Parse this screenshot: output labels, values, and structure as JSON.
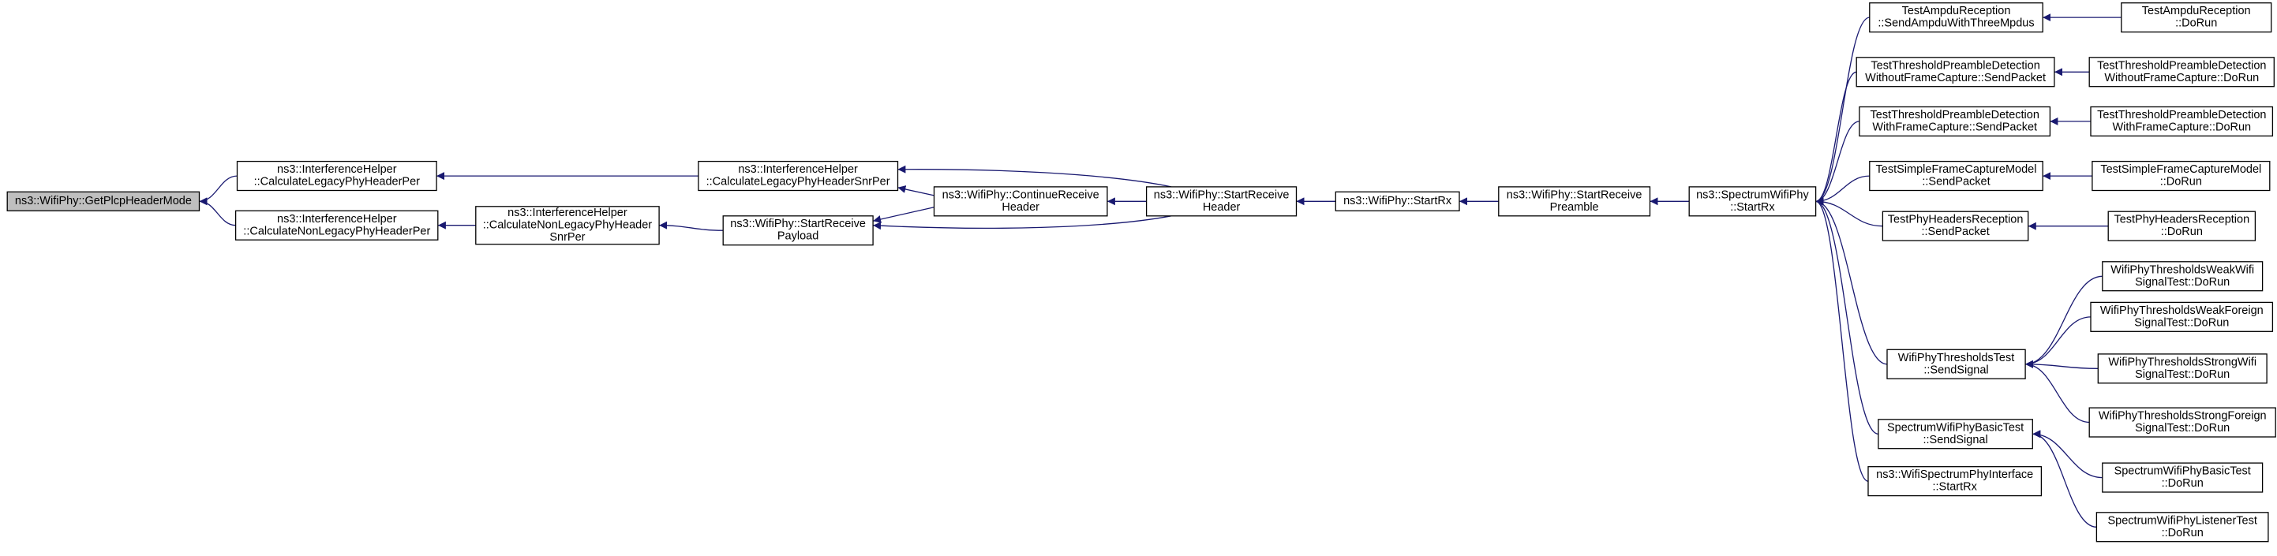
{
  "nodes": [
    {
      "id": "getplcp",
      "lines": [
        "ns3::WifiPhy::GetPlcpHeaderMode"
      ],
      "root": true
    },
    {
      "id": "calclegacyper",
      "lines": [
        "ns3::InterferenceHelper",
        "::CalculateLegacyPhyHeaderPer"
      ]
    },
    {
      "id": "calcnonlegacyper",
      "lines": [
        "ns3::InterferenceHelper",
        "::CalculateNonLegacyPhyHeaderPer"
      ]
    },
    {
      "id": "calclegacysnrper",
      "lines": [
        "ns3::InterferenceHelper",
        "::CalculateLegacyPhyHeaderSnrPer"
      ]
    },
    {
      "id": "calcnonlegacysnrper",
      "lines": [
        "ns3::InterferenceHelper",
        "::CalculateNonLegacyPhyHeader",
        "SnrPer"
      ]
    },
    {
      "id": "startrecvpayload",
      "lines": [
        "ns3::WifiPhy::StartReceive",
        "Payload"
      ]
    },
    {
      "id": "continuerecvheader",
      "lines": [
        "ns3::WifiPhy::ContinueReceive",
        "Header"
      ]
    },
    {
      "id": "startrecvheader",
      "lines": [
        "ns3::WifiPhy::StartReceive",
        "Header"
      ]
    },
    {
      "id": "startrx",
      "lines": [
        "ns3::WifiPhy::StartRx"
      ]
    },
    {
      "id": "startrecvpreamble",
      "lines": [
        "ns3::WifiPhy::StartReceive",
        "Preamble"
      ]
    },
    {
      "id": "spectrumstartrx",
      "lines": [
        "ns3::SpectrumWifiPhy",
        "::StartRx"
      ]
    },
    {
      "id": "ampdusend",
      "lines": [
        "TestAmpduReception",
        "::SendAmpduWithThreeMpdus"
      ]
    },
    {
      "id": "threshwithoutsend",
      "lines": [
        "TestThresholdPreambleDetection",
        "WithoutFrameCapture::SendPacket"
      ]
    },
    {
      "id": "threshwithsend",
      "lines": [
        "TestThresholdPreambleDetection",
        "WithFrameCapture::SendPacket"
      ]
    },
    {
      "id": "simplecapsend",
      "lines": [
        "TestSimpleFrameCaptureModel",
        "::SendPacket"
      ]
    },
    {
      "id": "headerssend",
      "lines": [
        "TestPhyHeadersReception",
        "::SendPacket"
      ]
    },
    {
      "id": "thresholdssend",
      "lines": [
        "WifiPhyThresholdsTest",
        "::SendSignal"
      ]
    },
    {
      "id": "basicsend",
      "lines": [
        "SpectrumWifiPhyBasicTest",
        "::SendSignal"
      ]
    },
    {
      "id": "ifacestartrx",
      "lines": [
        "ns3::WifiSpectrumPhyInterface",
        "::StartRx"
      ]
    },
    {
      "id": "ampdurun",
      "lines": [
        "TestAmpduReception",
        "::DoRun"
      ]
    },
    {
      "id": "threshwithoutrun",
      "lines": [
        "TestThresholdPreambleDetection",
        "WithoutFrameCapture::DoRun"
      ]
    },
    {
      "id": "threshwithrun",
      "lines": [
        "TestThresholdPreambleDetection",
        "WithFrameCapture::DoRun"
      ]
    },
    {
      "id": "simplecaprun",
      "lines": [
        "TestSimpleFrameCaptureModel",
        "::DoRun"
      ]
    },
    {
      "id": "headersrun",
      "lines": [
        "TestPhyHeadersReception",
        "::DoRun"
      ]
    },
    {
      "id": "weakwifi",
      "lines": [
        "WifiPhyThresholdsWeakWifi",
        "SignalTest::DoRun"
      ]
    },
    {
      "id": "weakforeign",
      "lines": [
        "WifiPhyThresholdsWeakForeign",
        "SignalTest::DoRun"
      ]
    },
    {
      "id": "strongwifi",
      "lines": [
        "WifiPhyThresholdsStrongWifi",
        "SignalTest::DoRun"
      ]
    },
    {
      "id": "strongforeign",
      "lines": [
        "WifiPhyThresholdsStrongForeign",
        "SignalTest::DoRun"
      ]
    },
    {
      "id": "basicrun",
      "lines": [
        "SpectrumWifiPhyBasicTest",
        "::DoRun"
      ]
    },
    {
      "id": "listenerrun",
      "lines": [
        "SpectrumWifiPhyListenerTest",
        "::DoRun"
      ]
    }
  ],
  "edges": [
    {
      "from": "calclegacyper",
      "to": "getplcp"
    },
    {
      "from": "calcnonlegacyper",
      "to": "getplcp"
    },
    {
      "from": "calclegacysnrper",
      "to": "calclegacyper"
    },
    {
      "from": "calcnonlegacysnrper",
      "to": "calcnonlegacyper"
    },
    {
      "from": "startrecvpayload",
      "to": "calcnonlegacysnrper"
    },
    {
      "from": "startrecvheader",
      "to": "calclegacysnrper"
    },
    {
      "from": "continuerecvheader",
      "to": "calclegacysnrper"
    },
    {
      "from": "continuerecvheader",
      "to": "startrecvpayload"
    },
    {
      "from": "startrecvheader",
      "to": "startrecvpayload"
    },
    {
      "from": "startrecvheader",
      "to": "continuerecvheader"
    },
    {
      "from": "startrx",
      "to": "startrecvheader"
    },
    {
      "from": "startrecvpreamble",
      "to": "startrx"
    },
    {
      "from": "spectrumstartrx",
      "to": "startrecvpreamble"
    },
    {
      "from": "ampdusend",
      "to": "spectrumstartrx"
    },
    {
      "from": "threshwithoutsend",
      "to": "spectrumstartrx"
    },
    {
      "from": "threshwithsend",
      "to": "spectrumstartrx"
    },
    {
      "from": "simplecapsend",
      "to": "spectrumstartrx"
    },
    {
      "from": "headerssend",
      "to": "spectrumstartrx"
    },
    {
      "from": "thresholdssend",
      "to": "spectrumstartrx"
    },
    {
      "from": "basicsend",
      "to": "spectrumstartrx"
    },
    {
      "from": "ifacestartrx",
      "to": "spectrumstartrx"
    },
    {
      "from": "ampdurun",
      "to": "ampdusend"
    },
    {
      "from": "threshwithoutrun",
      "to": "threshwithoutsend"
    },
    {
      "from": "threshwithrun",
      "to": "threshwithsend"
    },
    {
      "from": "simplecaprun",
      "to": "simplecapsend"
    },
    {
      "from": "headersrun",
      "to": "headerssend"
    },
    {
      "from": "weakwifi",
      "to": "thresholdssend"
    },
    {
      "from": "weakforeign",
      "to": "thresholdssend"
    },
    {
      "from": "strongwifi",
      "to": "thresholdssend"
    },
    {
      "from": "strongforeign",
      "to": "thresholdssend"
    },
    {
      "from": "basicrun",
      "to": "basicsend"
    },
    {
      "from": "listenerrun",
      "to": "basicsend"
    }
  ],
  "colors": {
    "edge": "#191970",
    "node_border": "#000000",
    "root_fill": "#bfbfbf",
    "node_fill": "#ffffff"
  }
}
